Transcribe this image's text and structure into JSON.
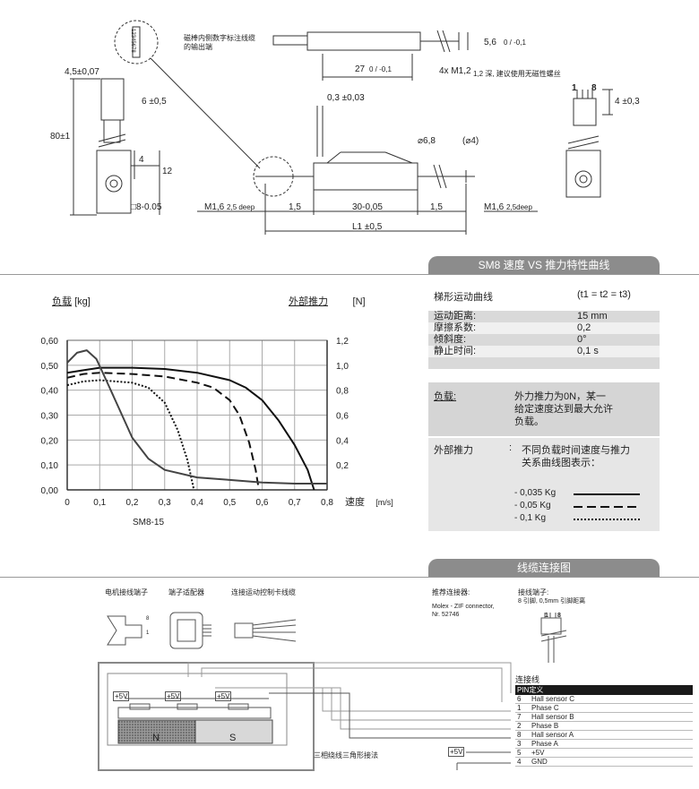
{
  "drawing": {
    "rod_note": "磁棒内侧数字标注线缆的输出端",
    "dim_45": "4,5±0,07",
    "dim_6": "6 ±0,5",
    "dim_80": "80±1",
    "dim_4a": "4",
    "dim_12": "12",
    "dim_8": "8-0.05",
    "dim_56": "5,6",
    "dim_56_tol": "0 / -0,1",
    "dim_27": "27",
    "dim_27_tol": "0 / -0,1",
    "dim_screw": "4x M1,2",
    "dim_screw_note": "1,2 深, 建议使用无磁性螺丝",
    "dim_03": "0,3 ±0,03",
    "dim_68": "⌀6,8",
    "dim_phi4": "(⌀4)",
    "dim_m16_left": "M1,6",
    "dim_m16_left_note": "2,5 deep",
    "dim_15a": "1,5",
    "dim_30": "30-0,05",
    "dim_15b": "1,5",
    "dim_m16_right": "M1,6",
    "dim_m16_right_note": "2,5deep",
    "dim_l1": "L1 ±0,5",
    "pin_1": "1",
    "pin_8": "8",
    "dim_4b": "4 ±0,3",
    "rod_marks": "12345678"
  },
  "section1": {
    "title": "SM8 速度 VS 推力特性曲线"
  },
  "chart": {
    "left_label": "负载",
    "left_unit": "[kg]",
    "right_label": "外部推力",
    "right_unit": "[N]",
    "x_label": "速度",
    "x_unit": "[m/s]",
    "model": "SM8-15"
  },
  "chart_data": {
    "type": "line",
    "x_ticks": [
      "0",
      "0,1",
      "0,2",
      "0,3",
      "0,4",
      "0,5",
      "0,6",
      "0,7",
      "0,8"
    ],
    "y_left_ticks": [
      "0,00",
      "0,10",
      "0,20",
      "0,30",
      "0,40",
      "0,50",
      "0,60"
    ],
    "y_right_ticks": [
      "0,2",
      "0,4",
      "0,6",
      "0,8",
      "1,0",
      "1,2"
    ],
    "xlim": [
      0,
      0.8
    ],
    "ylim_left": [
      0,
      0.6
    ],
    "ylim_right": [
      0,
      1.2
    ],
    "grid": true,
    "series": [
      {
        "name": "- 0,035 Kg",
        "axis": "left",
        "style": "solid",
        "points": [
          [
            0,
            0.47
          ],
          [
            0.05,
            0.48
          ],
          [
            0.1,
            0.49
          ],
          [
            0.2,
            0.49
          ],
          [
            0.3,
            0.485
          ],
          [
            0.4,
            0.47
          ],
          [
            0.5,
            0.44
          ],
          [
            0.55,
            0.41
          ],
          [
            0.6,
            0.36
          ],
          [
            0.65,
            0.28
          ],
          [
            0.7,
            0.18
          ],
          [
            0.74,
            0.08
          ],
          [
            0.76,
            0.0
          ]
        ]
      },
      {
        "name": "- 0,05 Kg",
        "axis": "left",
        "style": "dashed",
        "points": [
          [
            0,
            0.45
          ],
          [
            0.05,
            0.465
          ],
          [
            0.1,
            0.47
          ],
          [
            0.2,
            0.465
          ],
          [
            0.3,
            0.455
          ],
          [
            0.4,
            0.43
          ],
          [
            0.45,
            0.41
          ],
          [
            0.5,
            0.36
          ],
          [
            0.53,
            0.3
          ],
          [
            0.56,
            0.19
          ],
          [
            0.58,
            0.08
          ],
          [
            0.59,
            0.0
          ]
        ]
      },
      {
        "name": "- 0,1 Kg",
        "axis": "left",
        "style": "dotted",
        "points": [
          [
            0,
            0.42
          ],
          [
            0.05,
            0.435
          ],
          [
            0.1,
            0.44
          ],
          [
            0.2,
            0.43
          ],
          [
            0.25,
            0.41
          ],
          [
            0.3,
            0.35
          ],
          [
            0.34,
            0.24
          ],
          [
            0.37,
            0.12
          ],
          [
            0.39,
            0.0
          ]
        ]
      },
      {
        "name": "外部推力",
        "axis": "right",
        "style": "solid",
        "points": [
          [
            0,
            1.02
          ],
          [
            0.03,
            1.1
          ],
          [
            0.06,
            1.12
          ],
          [
            0.09,
            1.05
          ],
          [
            0.12,
            0.88
          ],
          [
            0.16,
            0.65
          ],
          [
            0.2,
            0.42
          ],
          [
            0.25,
            0.25
          ],
          [
            0.3,
            0.16
          ],
          [
            0.4,
            0.1
          ],
          [
            0.5,
            0.08
          ],
          [
            0.6,
            0.06
          ],
          [
            0.7,
            0.05
          ],
          [
            0.8,
            0.05
          ]
        ]
      }
    ]
  },
  "params": {
    "profile_label": "梯形运动曲线",
    "profile_value": "(t1 = t2 = t3)",
    "rows": [
      {
        "k": "运动距离:",
        "v": "15 mm"
      },
      {
        "k": "摩擦系数:",
        "v": "0,2"
      },
      {
        "k": "倾斜度:",
        "v": "0°"
      },
      {
        "k": "静止时间:",
        "v": "0,1 s"
      }
    ],
    "load_label": "负载:",
    "load_text_1": "外力推力为0N，某一",
    "load_text_2": "给定速度达到最大允许",
    "load_text_3": "负载。",
    "ext_label": "外部推力",
    "ext_colon": ":",
    "ext_text_1": "不同负载时间速度与推力",
    "ext_text_2": "关系曲线图表示：",
    "legend": [
      {
        "label": "- 0,035 Kg",
        "style": "solid"
      },
      {
        "label": "- 0,05 Kg",
        "style": "dashed"
      },
      {
        "label": "- 0,1 Kg",
        "style": "dotted"
      }
    ]
  },
  "section2": {
    "title": "线缆连接图",
    "motor_terminal": "电机接线端子",
    "terminal_adapter": "端子适配器",
    "controller_cable": "连接运动控制卡线缆",
    "recommended": "推荐连接器:",
    "molex_1": "Molex - ZIF connector,",
    "molex_2": "Nr. 52746",
    "terminal_title": "接线端子:",
    "terminal_note": "8 引脚, 0,5mm 引脚距离",
    "pin1": "1",
    "pin8": "8",
    "conn_title": "连接线",
    "pin_head": "PIN定义",
    "pins": [
      {
        "n": "6",
        "name": "Hall sensor C"
      },
      {
        "n": "1",
        "name": "Phase C"
      },
      {
        "n": "7",
        "name": "Hall sensor B"
      },
      {
        "n": "2",
        "name": "Phase B"
      },
      {
        "n": "8",
        "name": "Hall sensor A"
      },
      {
        "n": "3",
        "name": "Phase A"
      },
      {
        "n": "5",
        "name": "+5V"
      },
      {
        "n": "4",
        "name": "GND"
      }
    ],
    "v5_a": "+5V",
    "v5_b": "+5V",
    "v5_c": "+5V",
    "v5_d": "+5V",
    "magnet_n": "N",
    "magnet_s": "S",
    "three_phase": "三相绕线三角形接法",
    "pin_mark_8": "8",
    "pin_mark_1": "1"
  }
}
